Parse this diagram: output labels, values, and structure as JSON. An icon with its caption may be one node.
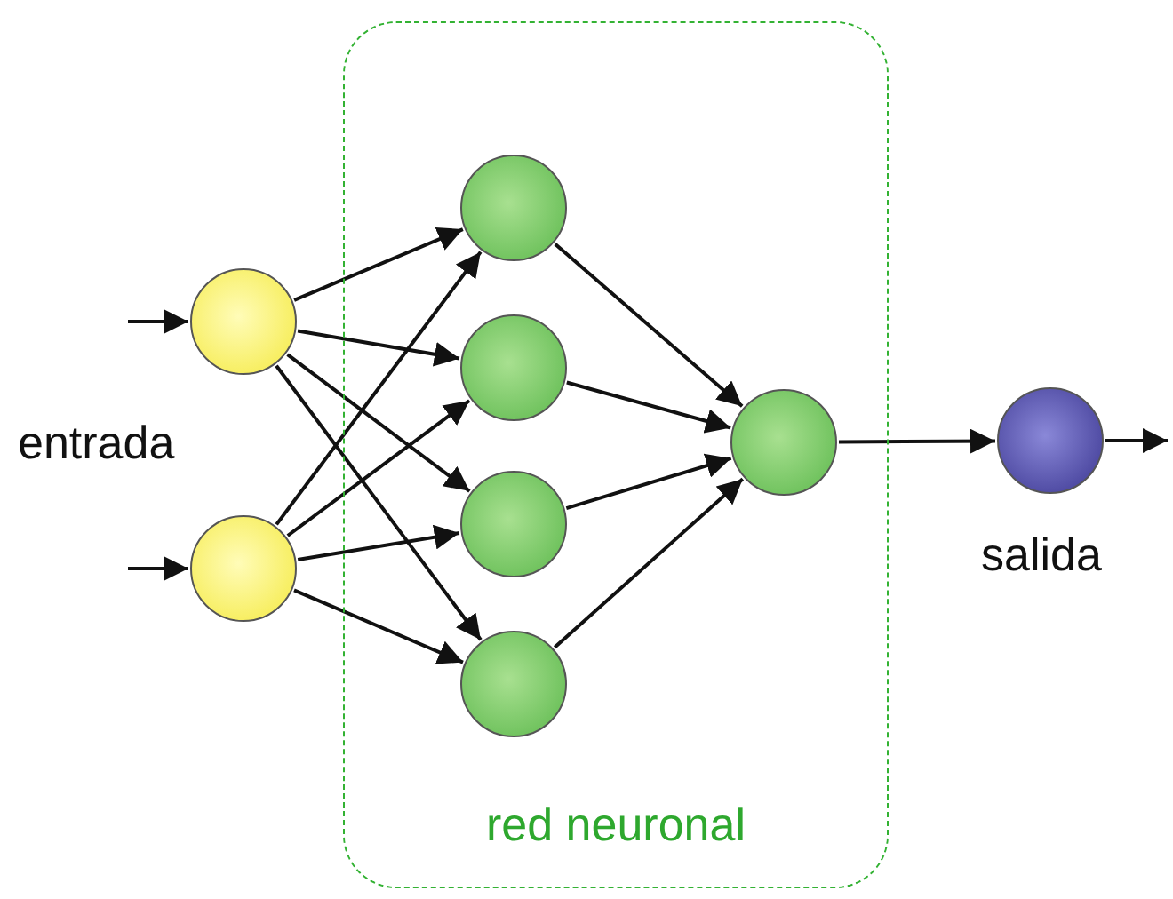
{
  "diagram": {
    "nodes": [
      {
        "text": [
          "red neuronal"
        ]
      },
      {
        "text": [],
        "shape": "circle"
      },
      {
        "text": [],
        "shape": "circle"
      },
      {
        "text": [],
        "shape": "circle",
        "in": 0
      },
      {
        "text": [],
        "shape": "circle",
        "in": 0
      },
      {
        "text": [],
        "shape": "circle",
        "in": 0
      },
      {
        "text": [],
        "shape": "circle",
        "in": 0
      },
      {
        "text": [],
        "shape": "circle",
        "in": 0
      },
      {
        "text": [],
        "shape": "circle",
        "beside": [
          "salida"
        ]
      }
    ],
    "edges": [
      {
        "from": null,
        "to": 1,
        "arrow": "to"
      },
      {
        "from": null,
        "to": 2,
        "arrow": "to"
      },
      {
        "from": 1,
        "to": 3,
        "arrow": "to"
      },
      {
        "from": 1,
        "to": 4,
        "arrow": "to"
      },
      {
        "from": 1,
        "to": 5,
        "arrow": "to"
      },
      {
        "from": 1,
        "to": 6,
        "arrow": "to"
      },
      {
        "from": 2,
        "to": 3,
        "arrow": "to"
      },
      {
        "from": 2,
        "to": 4,
        "arrow": "to"
      },
      {
        "from": 2,
        "to": 5,
        "arrow": "to"
      },
      {
        "from": 2,
        "to": 6,
        "arrow": "to"
      },
      {
        "from": 3,
        "to": 7,
        "arrow": "to"
      },
      {
        "from": 4,
        "to": 7,
        "arrow": "to"
      },
      {
        "from": 5,
        "to": 7,
        "arrow": "to"
      },
      {
        "from": 6,
        "to": 7,
        "arrow": "to"
      },
      {
        "from": 7,
        "to": 8,
        "arrow": "to"
      },
      {
        "from": 8,
        "to": null,
        "arrow": "to"
      }
    ],
    "labels": [
      "entrada"
    ]
  }
}
